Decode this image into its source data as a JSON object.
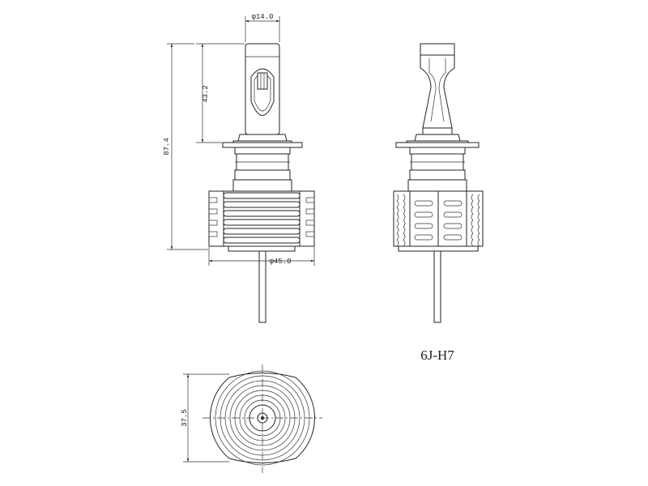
{
  "diagram": {
    "model_label": "6J-H7",
    "dimensions": {
      "top_diameter": "φ14.0",
      "led_length": "43.2",
      "total_length": "87.4",
      "base_diameter": "φ45.0",
      "bottom_width": "37.5"
    },
    "views": [
      "front-view",
      "side-view",
      "bottom-view"
    ],
    "colors": {
      "line": "#222222",
      "background": "#ffffff"
    }
  }
}
